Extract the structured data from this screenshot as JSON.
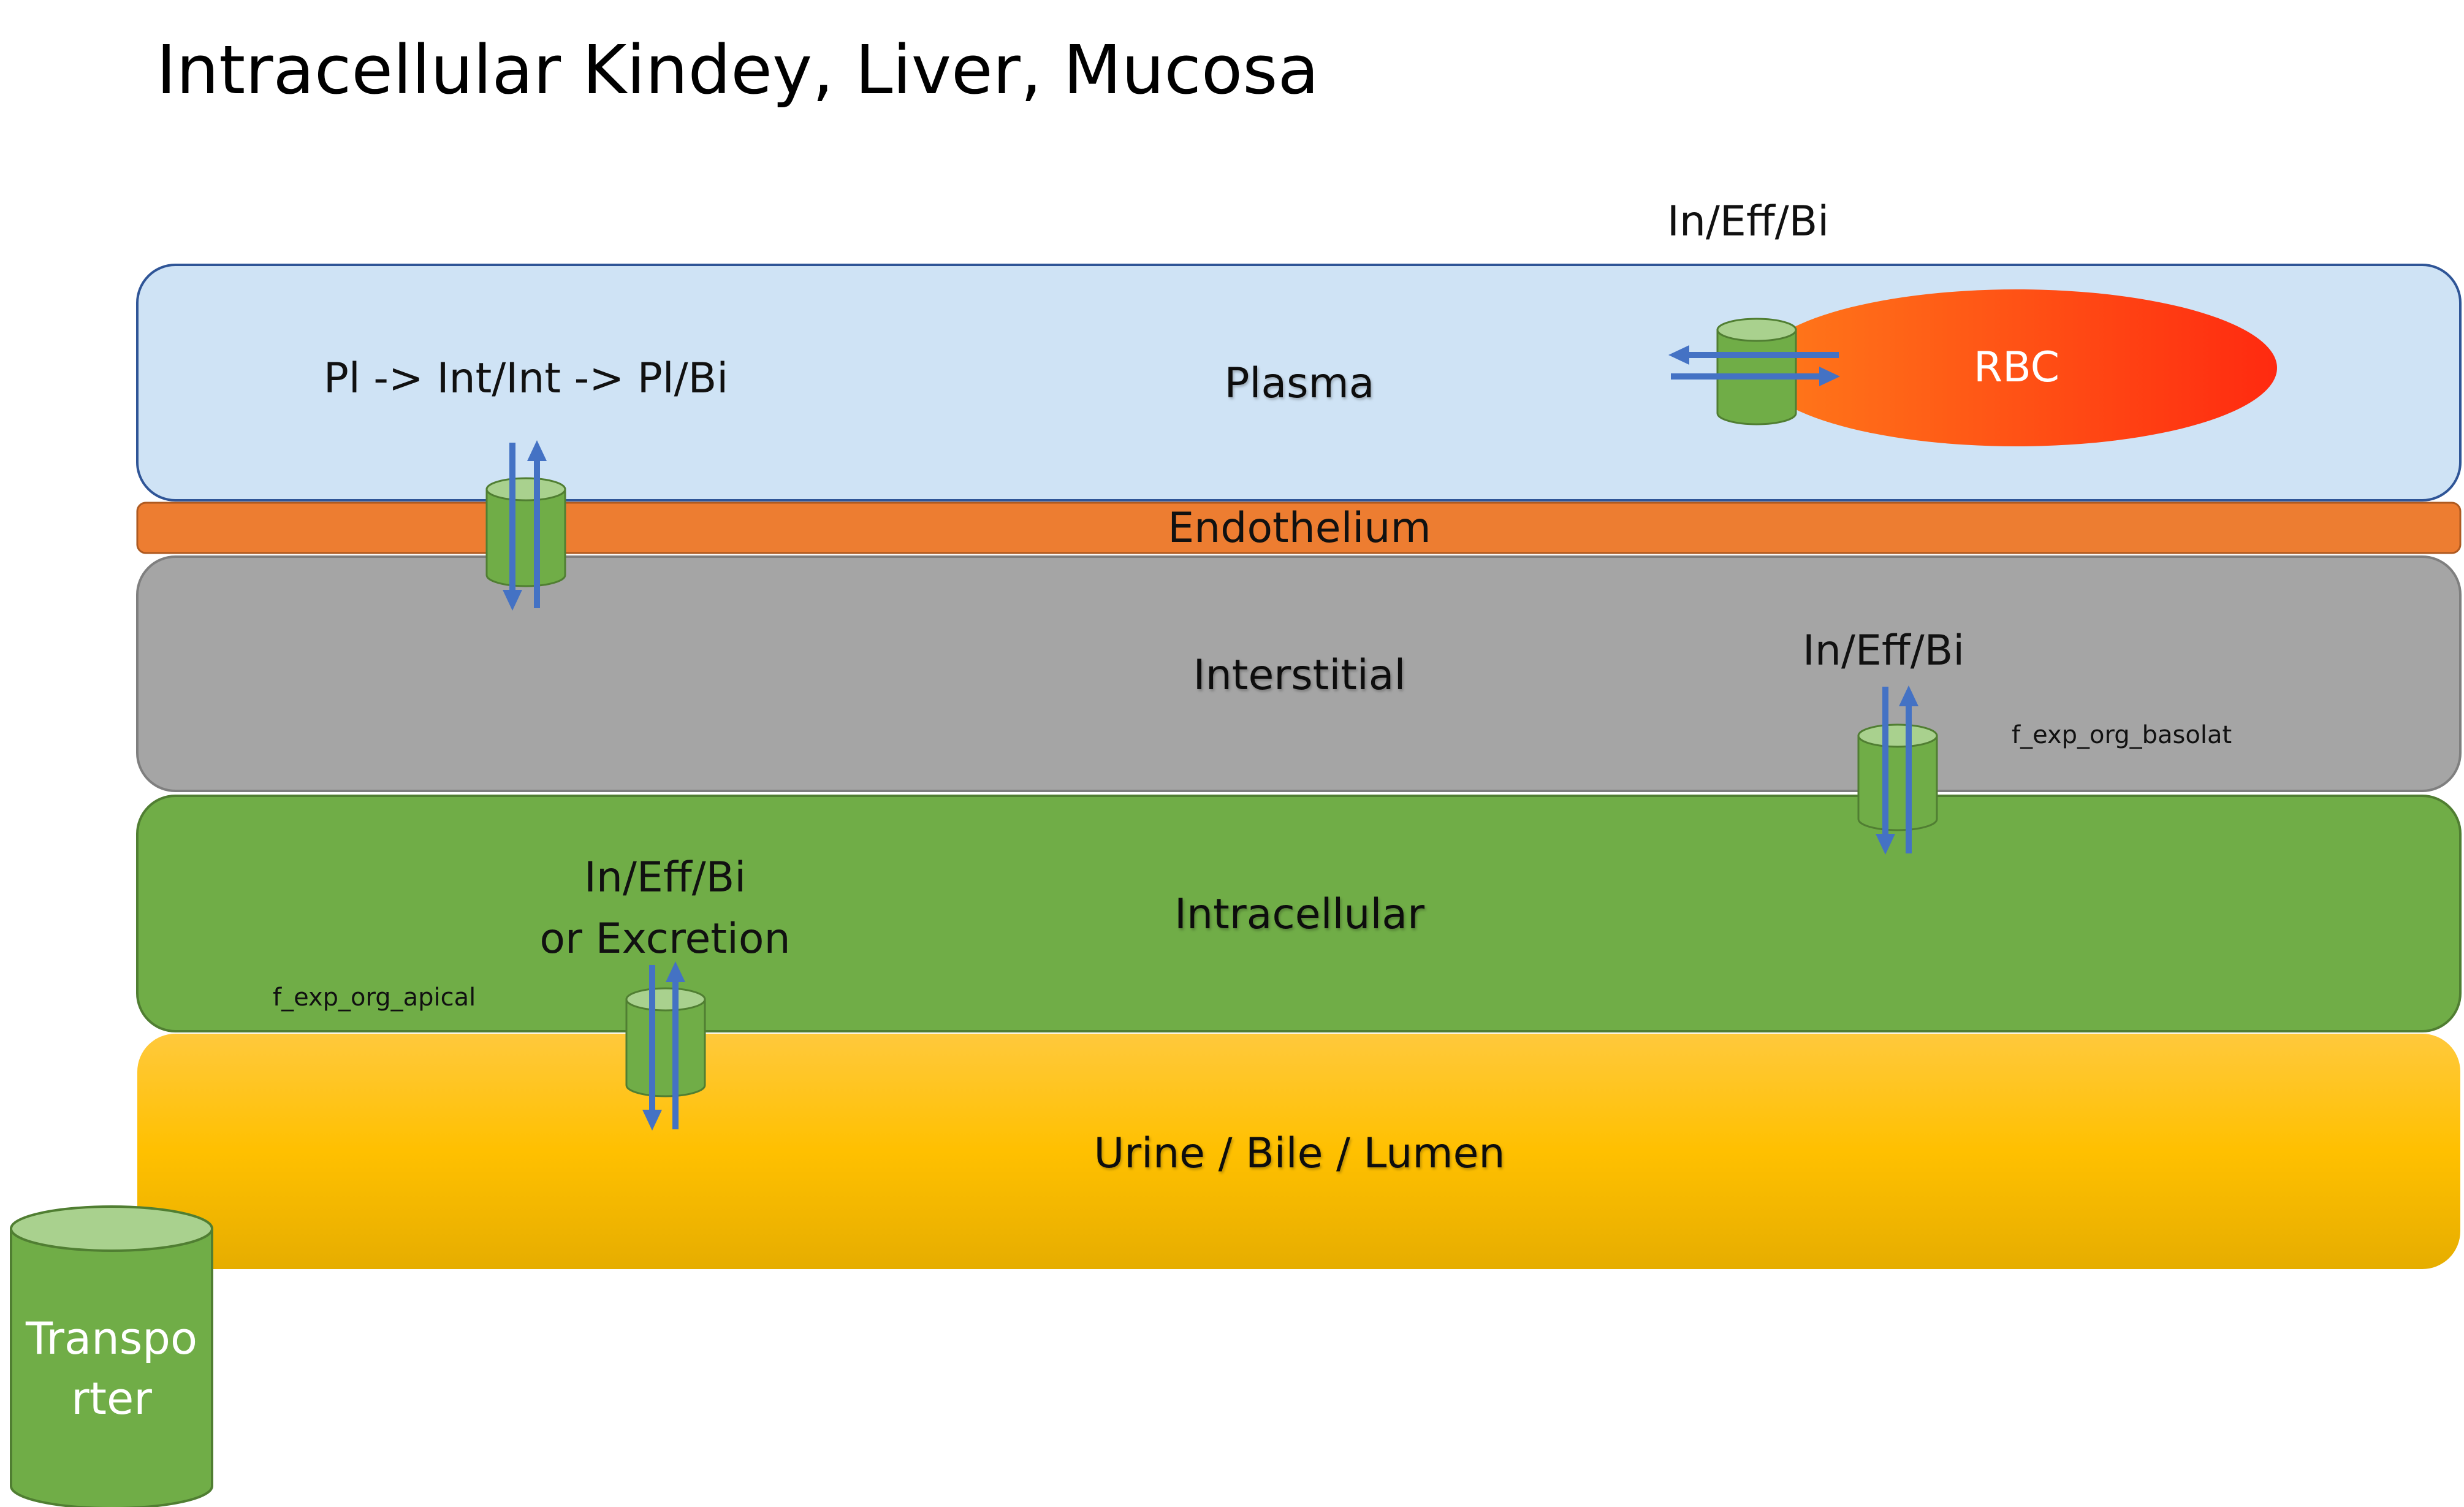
{
  "title": "Intracellular Kindey, Liver, Mucosa",
  "colors": {
    "plasma_fill": "#cfe3f5",
    "plasma_stroke": "#2f5597",
    "endothelium_fill": "#ed7d31",
    "interstitial_fill": "#a5a5a5",
    "intracellular_fill": "#70ad47",
    "lumen_top": "#ffc93c",
    "lumen_mid": "#ffc000",
    "lumen_bottom": "#e6ad00",
    "rbc_light": "#ff7a1a",
    "rbc_dark": "#ff2a10",
    "transporter_body": "#70ad47",
    "transporter_top": "#a9d18e",
    "transporter_stroke": "#507e32",
    "arrow": "#4472c4"
  },
  "compartments": {
    "plasma": "Plasma",
    "endothelium": "Endothelium",
    "interstitial": "Interstitial",
    "intracellular": "Intracellular",
    "lumen": "Urine / Bile / Lumen"
  },
  "rbc_label": "RBC",
  "labels": {
    "rbc_transport": "In/Eff/Bi",
    "endothelial_transport": "Pl -> Int/Int -> Pl/Bi",
    "basolateral_transport": "In/Eff/Bi",
    "basolateral_param": "f_exp_org_basolat",
    "apical_transport_line1": "In/Eff/Bi",
    "apical_transport_line2": "or Excretion",
    "apical_param": "f_exp_org_apical"
  },
  "legend": {
    "icon": "transporter-cylinder-icon",
    "line1": "Transpo",
    "line2": "rter"
  }
}
